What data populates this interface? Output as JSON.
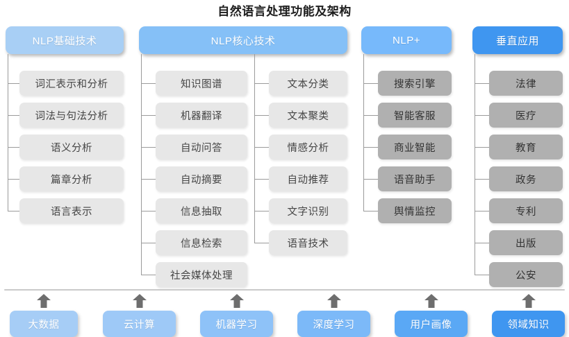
{
  "title": "自然语言处理功能及架构",
  "colors": {
    "group1": "#a8cff5",
    "group2": "#85c0f7",
    "group3": "#77b9fb",
    "group4": "#3f96f0",
    "item_light": "#e7e7e7",
    "item_gray": "#b0b0b0",
    "connector": "#9a9a9a",
    "baseline": "#c9c9c9",
    "arrow": "#6e6e6e"
  },
  "groups": [
    {
      "id": "nlp-basics",
      "label": "NLP基础技术",
      "color": "#a8cff5",
      "columns": [
        {
          "style": "light",
          "items": [
            "词汇表示和分析",
            "词法与句法分析",
            "语义分析",
            "篇章分析",
            "语言表示"
          ]
        }
      ]
    },
    {
      "id": "nlp-core",
      "label": "NLP核心技术",
      "color": "#85c0f7",
      "columns": [
        {
          "style": "light",
          "items": [
            "知识图谱",
            "机器翻译",
            "自动问答",
            "自动摘要",
            "信息抽取",
            "信息检索",
            "社会媒体处理"
          ]
        },
        {
          "style": "light",
          "items": [
            "文本分类",
            "文本聚类",
            "情感分析",
            "自动推荐",
            "文字识别",
            "语音技术"
          ]
        }
      ]
    },
    {
      "id": "nlp-plus",
      "label": "NLP+",
      "color": "#77b9fb",
      "columns": [
        {
          "style": "gray",
          "items": [
            "搜索引擎",
            "智能客服",
            "商业智能",
            "语音助手",
            "舆情监控"
          ]
        }
      ]
    },
    {
      "id": "vertical-apps",
      "label": "垂直应用",
      "color": "#3f96f0",
      "columns": [
        {
          "style": "gray",
          "items": [
            "法律",
            "医疗",
            "教育",
            "政务",
            "专利",
            "出版",
            "公安"
          ]
        }
      ]
    }
  ],
  "foundation": [
    {
      "label": "大数据",
      "color": "#a6cdf6"
    },
    {
      "label": "云计算",
      "color": "#9ec9f7"
    },
    {
      "label": "机器学习",
      "color": "#8ec2f8"
    },
    {
      "label": "深度学习",
      "color": "#7cb9f8"
    },
    {
      "label": "用户画像",
      "color": "#5aa8f5"
    },
    {
      "label": "领域知识",
      "color": "#3f96f0"
    }
  ],
  "watermark": ""
}
